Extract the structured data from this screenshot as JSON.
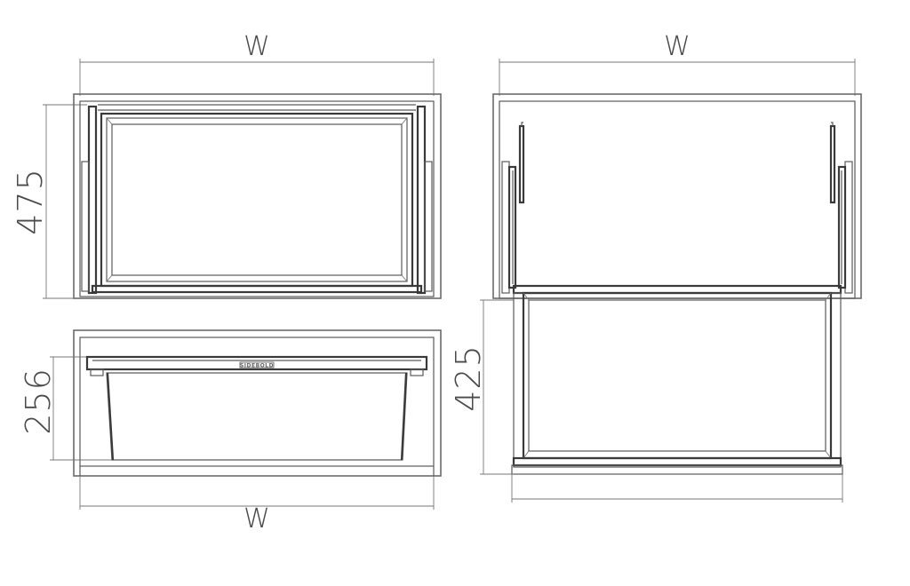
{
  "dimensions": {
    "top_left_width": "W",
    "top_left_height": "475",
    "bottom_left_height": "256",
    "bottom_left_width": "W",
    "right_width": "W",
    "right_height": "425"
  },
  "bin_brand": "SIDEBOLD",
  "colors": {
    "line": "#5a5a5a",
    "dark_line": "#3a3a3a",
    "text": "#4a4a4a",
    "background": "#ffffff"
  }
}
